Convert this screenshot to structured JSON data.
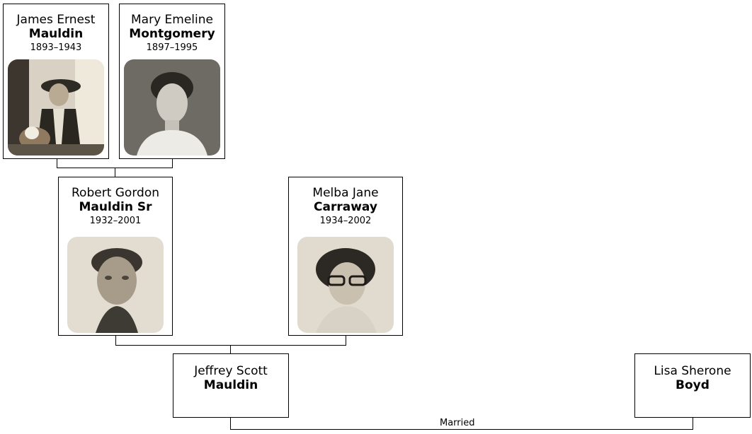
{
  "people": {
    "james": {
      "given": "James Ernest",
      "surname": "Mauldin",
      "dates": "1893–1943",
      "photo": "portrait-man-with-dog"
    },
    "mary": {
      "given": "Mary Emeline",
      "surname": "Montgomery",
      "dates": "1897–1995",
      "photo": "portrait-woman"
    },
    "robert": {
      "given": "Robert Gordon",
      "surname": "Mauldin Sr",
      "dates": "1932–2001",
      "photo": "portrait-young-man"
    },
    "melba": {
      "given": "Melba Jane",
      "surname": "Carraway",
      "dates": "1934–2002",
      "photo": "portrait-woman-glasses"
    },
    "jeffrey": {
      "given": "Jeffrey Scott",
      "surname": "Mauldin"
    },
    "lisa": {
      "given": "Lisa Sherone",
      "surname": "Boyd"
    }
  },
  "relationships": {
    "married_label": "Married"
  }
}
